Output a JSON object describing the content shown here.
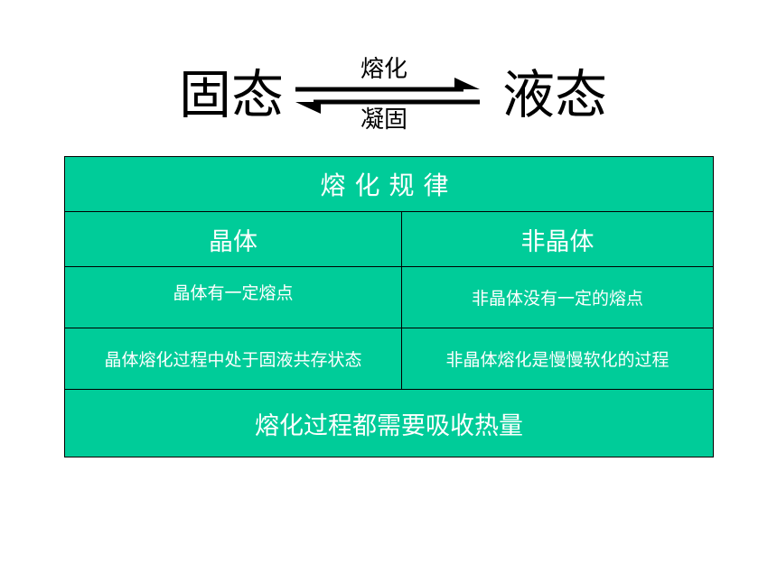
{
  "diagram": {
    "left_state": "固态",
    "right_state": "液态",
    "forward_label": "熔化",
    "backward_label": "凝固"
  },
  "table": {
    "title": "熔化规律",
    "headers": [
      "晶体",
      "非晶体"
    ],
    "rows": [
      [
        "晶体有一定熔点",
        "非晶体没有一定的熔点"
      ],
      [
        "晶体熔化过程中处于固液共存状态",
        "非晶体熔化是慢慢软化的过程"
      ]
    ],
    "footer": "熔化过程都需要吸收热量"
  },
  "colors": {
    "table_fill": "#00cc99",
    "table_text": "#ffffff",
    "border": "#000000"
  }
}
